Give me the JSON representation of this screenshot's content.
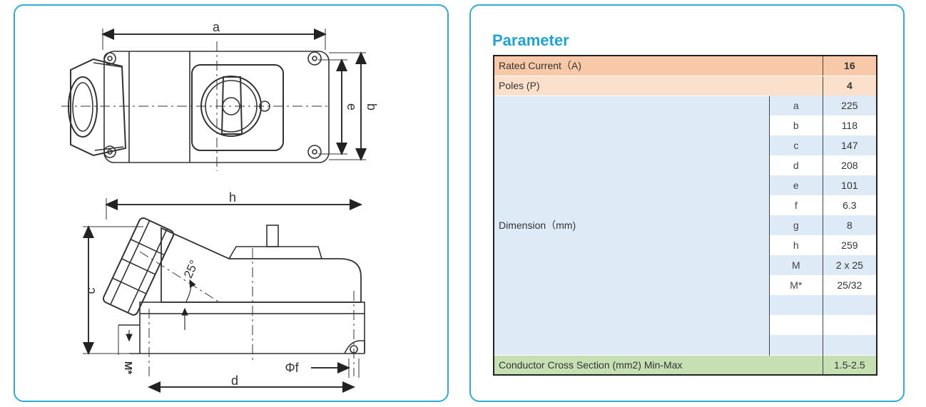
{
  "drawing": {
    "labels": {
      "a": "a",
      "e": "e",
      "b": "b",
      "h": "h",
      "c": "c",
      "angle": "25°",
      "m_star": "M*",
      "phi_f": "Φf",
      "d": "d"
    }
  },
  "parameter": {
    "title": "Parameter",
    "rated_current": {
      "label": "Rated Current（A)",
      "value": "16"
    },
    "poles": {
      "label": "Poles (P)",
      "value": "4"
    },
    "dimension_label": "Dimension（mm)",
    "dimensions": [
      {
        "key": "a",
        "value": "225"
      },
      {
        "key": "b",
        "value": "118"
      },
      {
        "key": "c",
        "value": "147"
      },
      {
        "key": "d",
        "value": "208"
      },
      {
        "key": "e",
        "value": "101"
      },
      {
        "key": "f",
        "value": "6.3"
      },
      {
        "key": "g",
        "value": "8"
      },
      {
        "key": "h",
        "value": "259"
      },
      {
        "key": "M",
        "value": "2 x 25"
      },
      {
        "key": "M*",
        "value": "25/32"
      },
      {
        "key": "",
        "value": ""
      },
      {
        "key": "",
        "value": ""
      },
      {
        "key": "",
        "value": ""
      }
    ],
    "conductor": {
      "label": "Conductor Cross Section (mm2) Min-Max",
      "value": "1.5-2.5"
    }
  }
}
